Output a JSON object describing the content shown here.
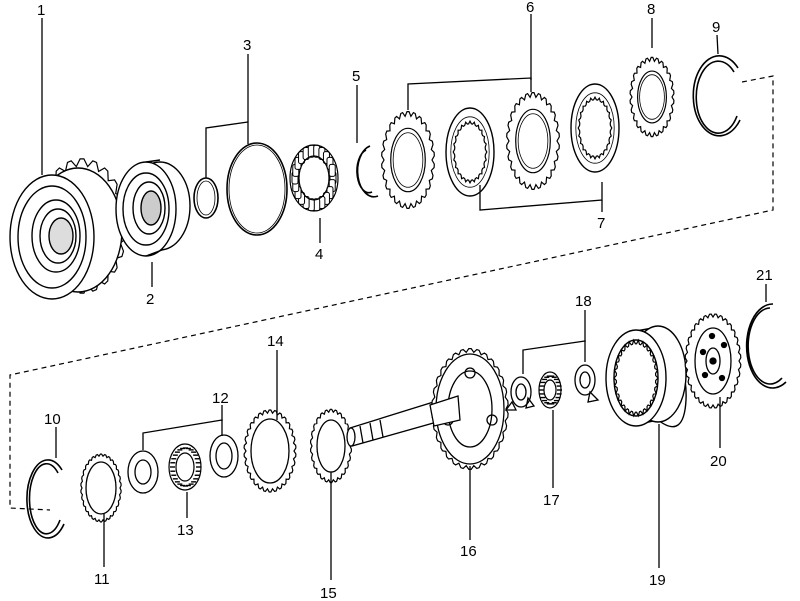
{
  "labels": [
    "1",
    "2",
    "3",
    "4",
    "5",
    "6",
    "7",
    "8",
    "9",
    "10",
    "11",
    "12",
    "13",
    "14",
    "15",
    "16",
    "17",
    "18",
    "19",
    "20",
    "21"
  ],
  "colors": {
    "ink": "#000000",
    "paper": "#ffffff"
  }
}
